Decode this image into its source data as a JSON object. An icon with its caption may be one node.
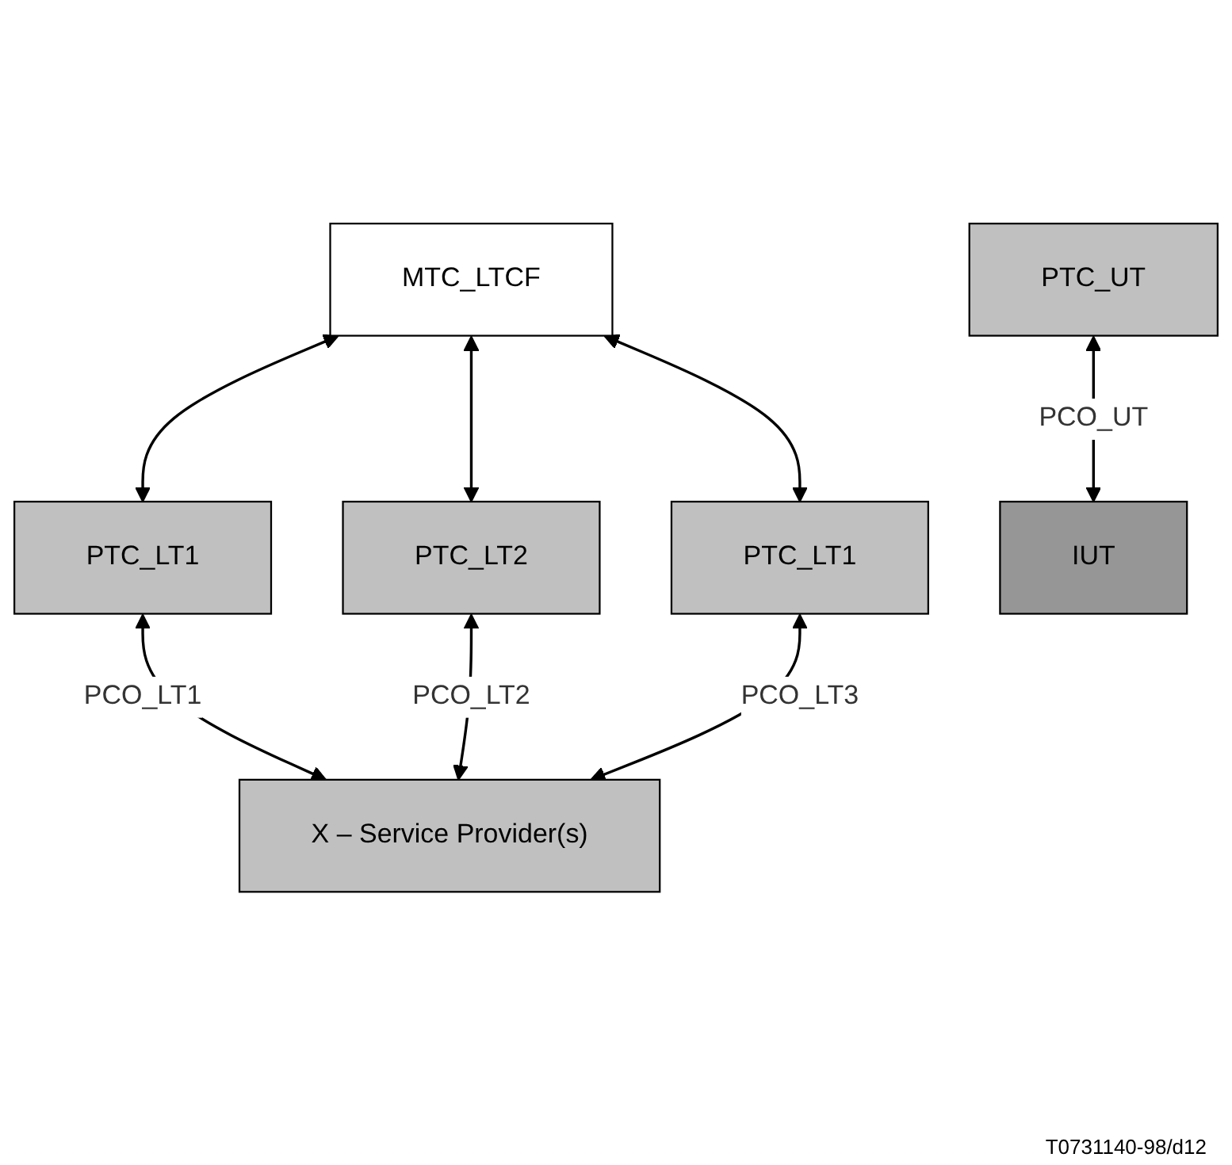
{
  "diagram": {
    "nodes": [
      {
        "text": [
          "MTC_LTCF"
        ]
      },
      {
        "text": [
          "PTC_LT1"
        ]
      },
      {
        "text": [
          "PTC_LT2"
        ]
      },
      {
        "text": [
          "PTC_LT1"
        ]
      },
      {
        "text": [
          "PTC_UT"
        ]
      },
      {
        "text": [
          "IUT"
        ]
      },
      {
        "text": [
          "X – Service Provider(s)"
        ]
      }
    ],
    "edges": [
      {
        "from": 0,
        "to": 1,
        "arrow": "both"
      },
      {
        "from": 0,
        "to": 2,
        "arrow": "both"
      },
      {
        "from": 0,
        "to": 3,
        "arrow": "both"
      },
      {
        "from": 1,
        "to": 6,
        "arrow": "both",
        "label": "PCO_LT1"
      },
      {
        "from": 2,
        "to": 6,
        "arrow": "both",
        "label": "PCO_LT2"
      },
      {
        "from": 3,
        "to": 6,
        "arrow": "both",
        "label": "PCO_LT3"
      },
      {
        "from": 4,
        "to": 5,
        "arrow": "both",
        "label": "PCO_UT"
      }
    ],
    "labels": [
      "T0731140-98/d12"
    ]
  }
}
